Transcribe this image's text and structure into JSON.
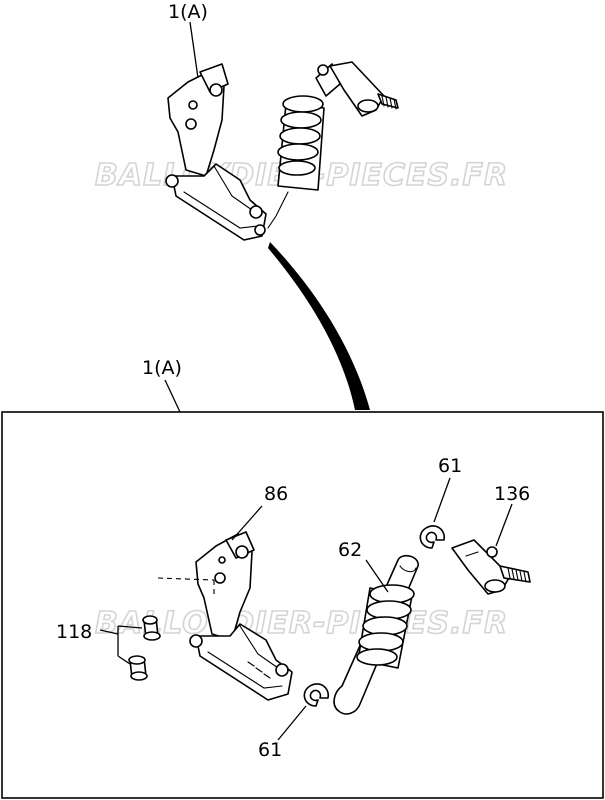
{
  "watermark": "BALLOYDIER-PIECES.FR",
  "callouts": {
    "assembly_top": "1(A)",
    "assembly_box": "1(A)",
    "part_86": "86",
    "part_61_top": "61",
    "part_136": "136",
    "part_62": "62",
    "part_118": "118",
    "part_61_bottom": "61"
  }
}
